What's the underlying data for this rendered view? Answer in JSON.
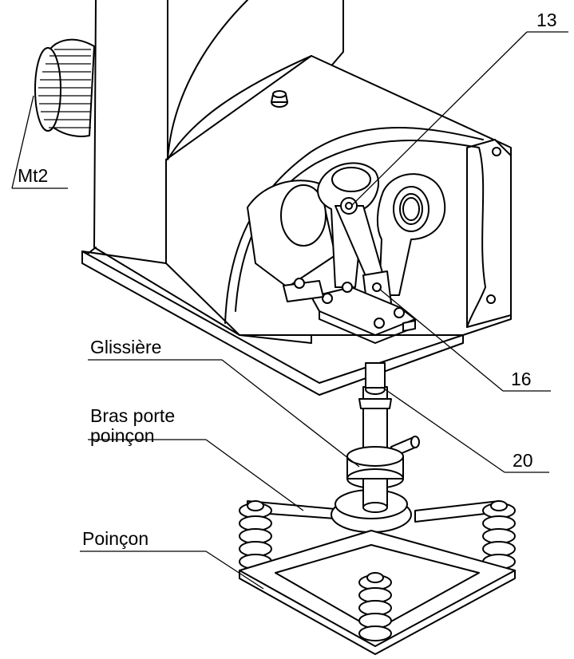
{
  "labels": {
    "mt2": "Mt2",
    "n13": "13",
    "n16": "16",
    "n20": "20",
    "glissiere": "Glissière",
    "bras_line1": "Bras porte",
    "bras_line2": "poinçon",
    "poincon": "Poinçon"
  }
}
